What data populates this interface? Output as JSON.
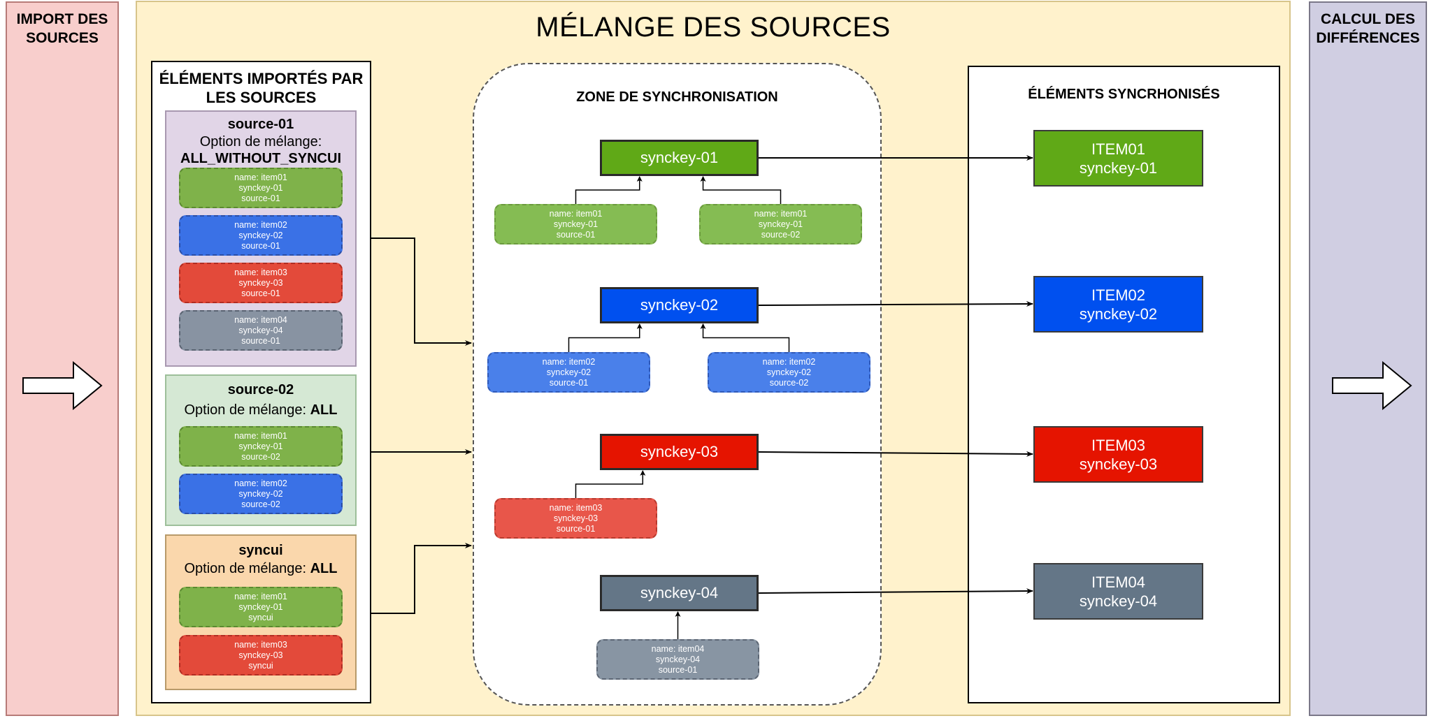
{
  "stages": {
    "import": {
      "title": "IMPORT DES\nSOURCES"
    },
    "mix": {
      "title": "MÉLANGE DES SOURCES"
    },
    "calc": {
      "title": "CALCUL DES\nDIFFÉRENCES"
    }
  },
  "imported_panel": {
    "title": "ÉLÉMENTS IMPORTÉS PAR\nLES SOURCES",
    "option_label": "Option de mélange:",
    "sources": [
      {
        "name": "source-01",
        "option": "ALL_WITHOUT_SYNCUI",
        "items": [
          {
            "name": "name: item01",
            "synckey": "synckey-01",
            "source": "source-01",
            "color": "green"
          },
          {
            "name": "name: item02",
            "synckey": "synckey-02",
            "source": "source-01",
            "color": "blue"
          },
          {
            "name": "name: item03",
            "synckey": "synckey-03",
            "source": "source-01",
            "color": "red"
          },
          {
            "name": "name: item04",
            "synckey": "synckey-04",
            "source": "source-01",
            "color": "gray"
          }
        ]
      },
      {
        "name": "source-02",
        "option": "ALL",
        "items": [
          {
            "name": "name: item01",
            "synckey": "synckey-01",
            "source": "source-02",
            "color": "green"
          },
          {
            "name": "name: item02",
            "synckey": "synckey-02",
            "source": "source-02",
            "color": "blue"
          }
        ]
      },
      {
        "name": "syncui",
        "option": "ALL",
        "items": [
          {
            "name": "name: item01",
            "synckey": "synckey-01",
            "source": "syncui",
            "color": "green"
          },
          {
            "name": "name: item03",
            "synckey": "synckey-03",
            "source": "syncui",
            "color": "red"
          }
        ]
      }
    ]
  },
  "sync_zone": {
    "title": "ZONE DE SYNCHRONISATION",
    "keys": [
      {
        "label": "synckey-01",
        "color": "green",
        "items": [
          {
            "name": "name: item01",
            "synckey": "synckey-01",
            "source": "source-01"
          },
          {
            "name": "name: item01",
            "synckey": "synckey-01",
            "source": "source-02"
          }
        ]
      },
      {
        "label": "synckey-02",
        "color": "blue",
        "items": [
          {
            "name": "name: item02",
            "synckey": "synckey-02",
            "source": "source-01"
          },
          {
            "name": "name: item02",
            "synckey": "synckey-02",
            "source": "source-02"
          }
        ]
      },
      {
        "label": "synckey-03",
        "color": "red",
        "items": [
          {
            "name": "name: item03",
            "synckey": "synckey-03",
            "source": "source-01"
          }
        ]
      },
      {
        "label": "synckey-04",
        "color": "gray",
        "items": [
          {
            "name": "name: item04",
            "synckey": "synckey-04",
            "source": "source-01"
          }
        ]
      }
    ]
  },
  "synced_panel": {
    "title": "ÉLÉMENTS SYNCRHONISÉS",
    "items": [
      {
        "item": "ITEM01",
        "synckey": "synckey-01",
        "color": "green"
      },
      {
        "item": "ITEM02",
        "synckey": "synckey-02",
        "color": "blue"
      },
      {
        "item": "ITEM03",
        "synckey": "synckey-03",
        "color": "red"
      },
      {
        "item": "ITEM04",
        "synckey": "synckey-04",
        "color": "gray"
      }
    ]
  },
  "colors": {
    "green": "#60a917",
    "blue": "#0050ef",
    "red": "#e51400",
    "gray": "#647687",
    "import_stage": "#f8cecc",
    "mix_stage": "#fff2cc",
    "calc_stage": "#d0cee2"
  }
}
